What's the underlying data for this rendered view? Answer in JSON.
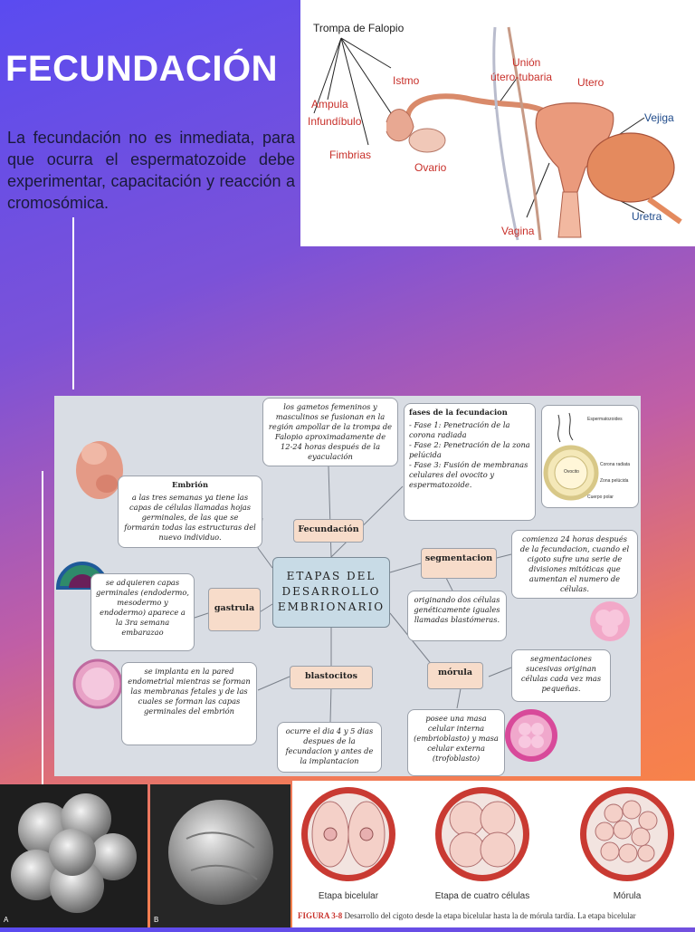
{
  "title": "FECUNDACIÓN",
  "intro": "La fecundación no es inmediata, para que ocurra el espermatozoide debe experimentar, capacitación y reacción a cromosómica.",
  "anatomy": {
    "labels": {
      "trompa": "Trompa de Falopio",
      "union1": "Unión",
      "union2": "útero-tubaria",
      "istmo": "Istmo",
      "utero": "Utero",
      "ampula": "Ampula",
      "infundibulo": "Infundíbulo",
      "vejiga": "Vejiga",
      "fimbrias": "Fimbrias",
      "ovario": "Ovario",
      "uretra": "Uretra",
      "vagina": "Vagina"
    }
  },
  "mindmap": {
    "center": [
      "ETAPAS DEL",
      "DESARROLLO",
      "EMBRIONARIO"
    ],
    "top_box": "los gametos femeninos y masculinos se fusionan en la región ampollar de la trompa de Falopio aproximadamente de 12-24 horas después de la eyaculación",
    "fases": {
      "title": "fases de la fecundacion",
      "items": [
        "- Fase 1: Penetración de la corona radiada",
        "- Fase 2: Penetración de la zona pelúcida",
        "- Fase 3: Fusión de membranas celulares del ovocito y espermatozoide."
      ]
    },
    "embrion": {
      "title": "Embrión",
      "text": "a las tres semanas ya tiene las capas de células llamadas hojas germinales, de las que se formarán todas las estructuras del nuevo individuo."
    },
    "tags": {
      "fecundacion": "Fecundación",
      "segmentacion": "segmentacion",
      "gastrula": "gastrula",
      "blastocitos": "blastocitos",
      "morula": "mórula"
    },
    "segmentacion_box": "comienza 24 horas después de la fecundacion, cuando el cigoto sufre una serie de divisiones mitóticas que aumentan el numero de células.",
    "blastomeras_box": "originando dos células genéticamente iguales llamadas blastómeras.",
    "gastrula_box": "se adquieren capas germinales (endodermo, mesodermo y endodermo) aparece a la 3ra semana embarazao",
    "blasto_left_box": "se implanta en la pared endometrial mientras se forman las membranas fetales y de las cuales se forman las capas germinales del embrión",
    "blasto_bottom_box": "ocurre el dia 4 y 5 dias despues de la fecundacion y antes de la implantacion",
    "morula_right_box": "segmentaciones sucesivas originan células cada vez mas pequeñas.",
    "morula_bottom_box": "posee una masa celular interna (embrioblasto) y masa celular externa (trofoblasto)",
    "diagram_labels": {
      "espermatozoides": "Espermatozoides",
      "corona": "Corona radiata",
      "zona": "Zona pelúcida",
      "ovocito": "Ovocito",
      "cuerpo": "Cuerpo polar"
    }
  },
  "stages": {
    "labels": [
      "Etapa bicelular",
      "Etapa de cuatro células",
      "Mórula"
    ],
    "caption_fig": "FIGURA 3-8",
    "caption_text": " Desarrollo del cigoto desde la etapa bicelular hasta la de mórula tardía. La etapa bicelular"
  },
  "sem_letters": [
    "A",
    "B"
  ],
  "colors": {
    "gradient_top": "#5a4bf0",
    "gradient_bottom": "#ff8a3a",
    "tag_fill": "#f7dcca",
    "center_fill": "#c8dbe6",
    "label_red": "#c8302a"
  }
}
